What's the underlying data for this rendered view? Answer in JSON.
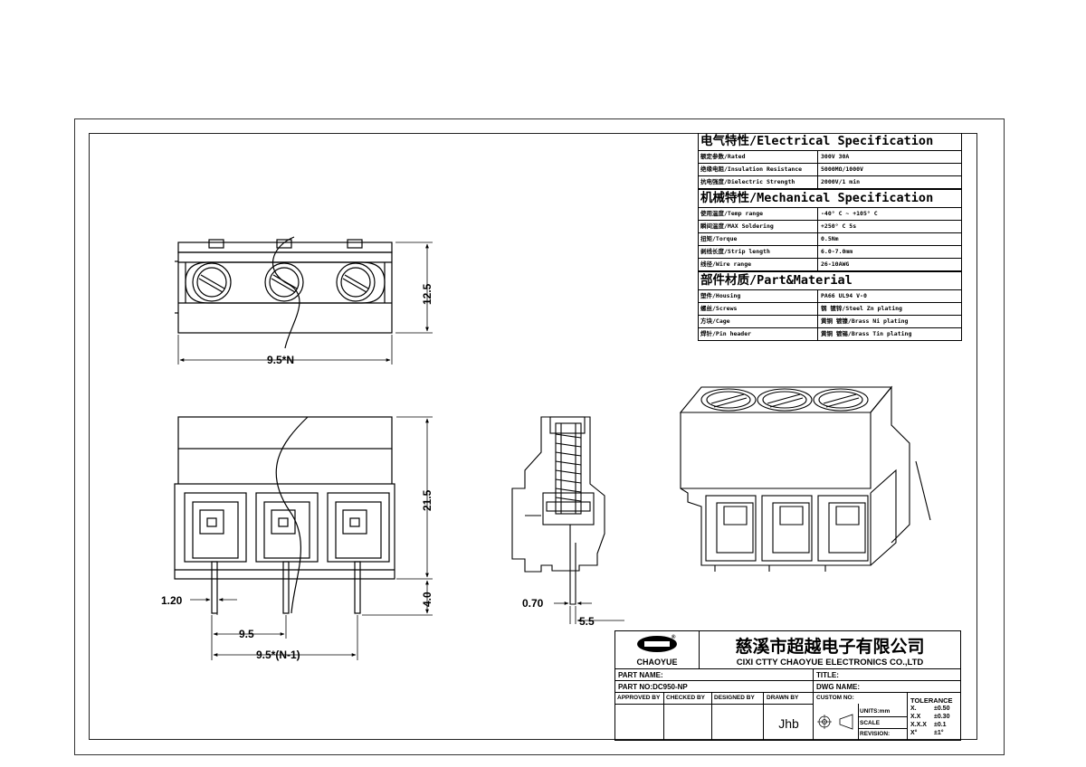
{
  "electrical": {
    "heading": "电气特性/Electrical Specification",
    "rows": [
      {
        "label": "额定参数/Rated",
        "value": "300V  30A"
      },
      {
        "label": "绝缘电阻/Insulation Resistance",
        "value": "5000MΩ/1000V"
      },
      {
        "label": "抗电强度/Dielectric Strength",
        "value": "2000V/1 min"
      }
    ]
  },
  "mechanical": {
    "heading": "机械特性/Mechanical Specification",
    "rows": [
      {
        "label": "使用温度/Temp range",
        "value": "-40° C ~ +105° C"
      },
      {
        "label": "瞬间温度/MAX Soldering",
        "value": "+250° C   5s"
      },
      {
        "label": "扭矩/Torque",
        "value": "0.5Nm"
      },
      {
        "label": "剥线长度/Strip length",
        "value": "6.0-7.0mm"
      },
      {
        "label": "线径/Wire range",
        "value": "26-10AWG"
      }
    ]
  },
  "material": {
    "heading": "部件材质/Part&Material",
    "rows": [
      {
        "label": "塑件/Housing",
        "value": "PA66 UL94 V-0"
      },
      {
        "label": "螺丝/Screws",
        "value": "钢 镀锌/Steel Zn plating"
      },
      {
        "label": "方块/Cage",
        "value": "黄铜 镀镍/Brass Ni plating"
      },
      {
        "label": "焊针/Pin header",
        "value": "黄铜 镀锡/Brass Tin plating"
      }
    ]
  },
  "dimensions": {
    "top_width": "9.5*N",
    "top_height": "12.5",
    "front_height": "21.5",
    "pin_height": "4.0",
    "pin_width": "1.20",
    "pitch": "9.5",
    "pitch_total": "9.5*(N-1)",
    "side_pin": "0.70",
    "side_offset": "5.5"
  },
  "title_block": {
    "logo_text": "CHAOYUE",
    "company_cn": "慈溪市超越电子有限公司",
    "company_en": "CIXI CTTY CHAOYUE ELECTRONICS CO.,LTD",
    "part_name_label": "PART NAME:",
    "title_label": "TITLE:",
    "part_no_label": "PART NO:DC950-NP",
    "dwg_name_label": "DWG NAME:",
    "approved_by": "APPROVED BY",
    "checked_by": "CHECKED BY",
    "designed_by": "DESIGNED BY",
    "drawn_by": "DRAWN BY",
    "custom_no": "CUSTOM NO:",
    "drawn_by_value": "Jhb",
    "units": "UNITS:mm",
    "scale": "SCALE",
    "revision": "REVISION:",
    "tolerance": "TOLERANCE",
    "tol_rows": [
      {
        "k": "X.",
        "v": "±0.50"
      },
      {
        "k": "X.X",
        "v": "±0.30"
      },
      {
        "k": "X.X.X",
        "v": "±0.1"
      },
      {
        "k": "X°",
        "v": "±1°"
      }
    ]
  }
}
